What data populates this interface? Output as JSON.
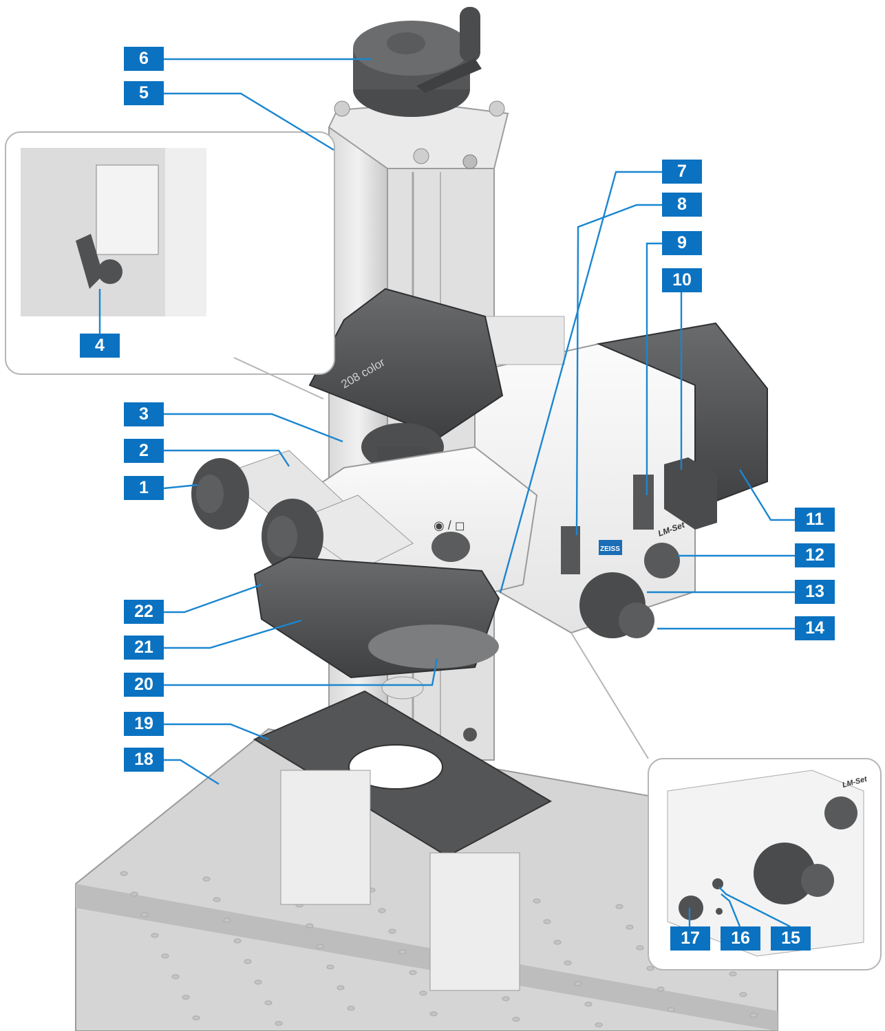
{
  "figure": {
    "colors": {
      "callout_fill": "#0a72c1",
      "callout_text": "#ffffff",
      "leader_line": "#1a86d0",
      "body_white": "#f3f3f3",
      "body_grey": "#545557",
      "table_grey": "#d4d4d4"
    },
    "callouts": [
      {
        "label": "1"
      },
      {
        "label": "2"
      },
      {
        "label": "3"
      },
      {
        "label": "4"
      },
      {
        "label": "5"
      },
      {
        "label": "6"
      },
      {
        "label": "7"
      },
      {
        "label": "8"
      },
      {
        "label": "9"
      },
      {
        "label": "10"
      },
      {
        "label": "11"
      },
      {
        "label": "12"
      },
      {
        "label": "13"
      },
      {
        "label": "14"
      },
      {
        "label": "15"
      },
      {
        "label": "16"
      },
      {
        "label": "17"
      },
      {
        "label": "18"
      },
      {
        "label": "19"
      },
      {
        "label": "20"
      },
      {
        "label": "21"
      },
      {
        "label": "22"
      }
    ],
    "device_text": {
      "camera_model": "208 color",
      "brand_badge": "ZEISS",
      "lm_set_label": "LM-Set",
      "eye_camera_symbol": "◉ / ◻"
    }
  }
}
